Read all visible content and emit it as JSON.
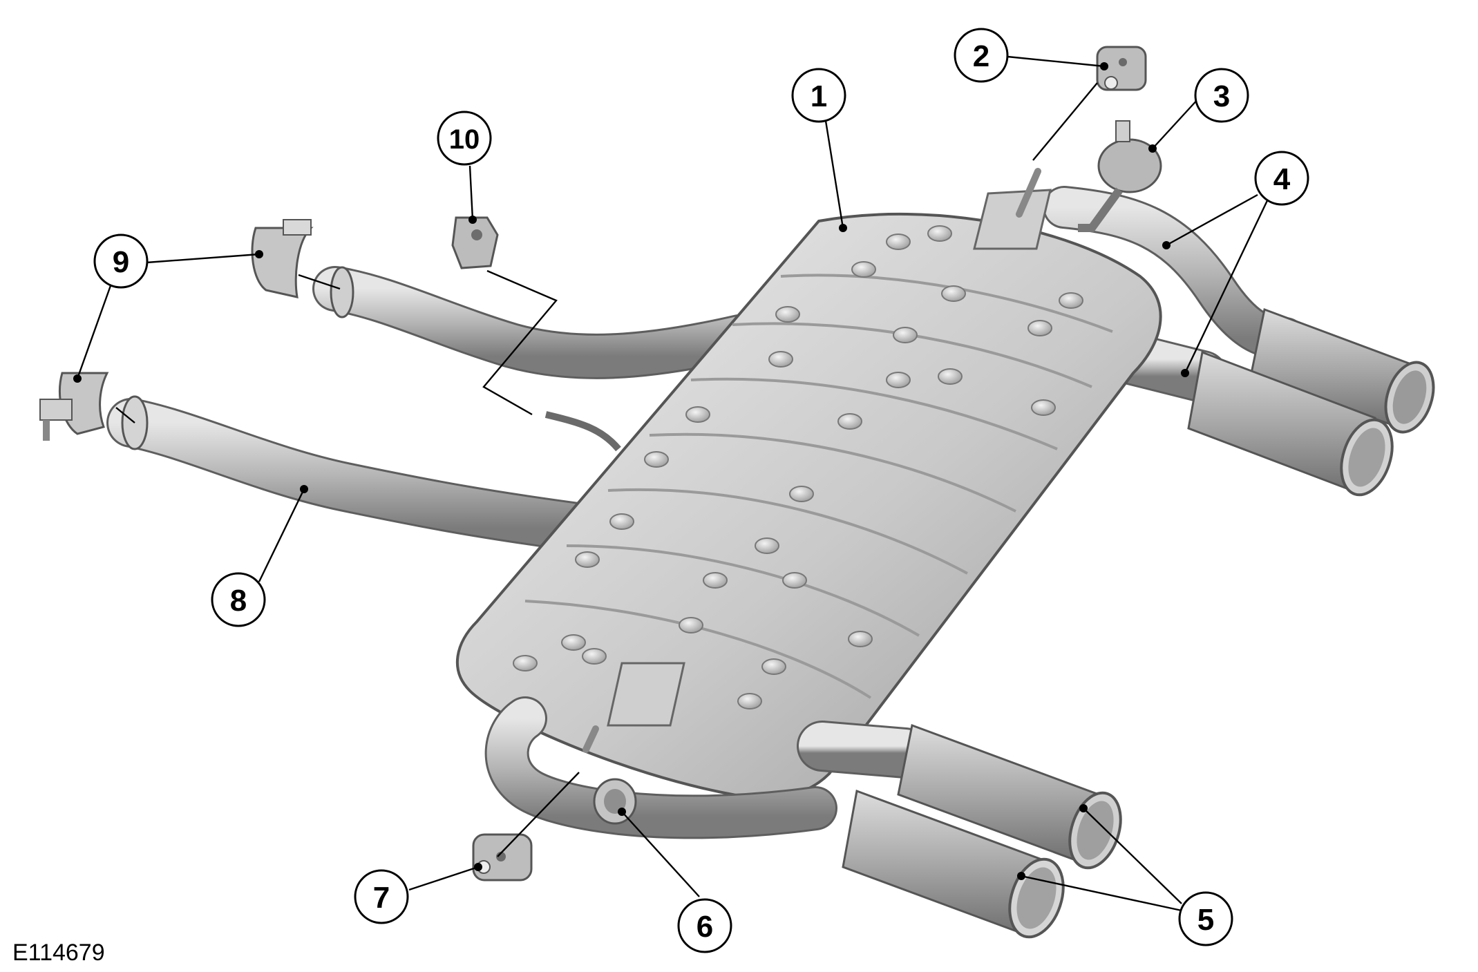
{
  "figure_ref": "E114679",
  "callouts": [
    {
      "label": "1"
    },
    {
      "label": "2"
    },
    {
      "label": "3"
    },
    {
      "label": "4"
    },
    {
      "label": "5"
    },
    {
      "label": "6"
    },
    {
      "label": "7"
    },
    {
      "label": "8"
    },
    {
      "label": "9"
    },
    {
      "label": "10"
    }
  ],
  "colors": {
    "metal_light": "#e3e3e3",
    "metal_mid": "#b9b9b9",
    "metal_dark": "#7d7d7d",
    "outline": "#555555",
    "leader": "#000000"
  }
}
